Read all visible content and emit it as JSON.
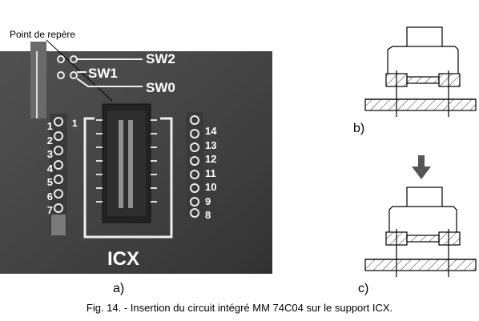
{
  "callout": "Point de repère",
  "switches": {
    "sw2": "SW2",
    "sw1": "SW1",
    "sw0": "SW0"
  },
  "socket_label": "ICX",
  "left_pins": [
    "1",
    "2",
    "3",
    "4",
    "5",
    "6",
    "7"
  ],
  "right_pins": [
    "14",
    "13",
    "12",
    "11",
    "10",
    "9",
    "8"
  ],
  "ic_pin1_mark": "1",
  "panel_labels": {
    "a": "a)",
    "b": "b)",
    "c": "c)"
  },
  "caption": "Fig. 14. - Insertion du circuit intégré MM 74C04 sur le support ICX.",
  "colors": {
    "pcb": "#3a3a3a",
    "silkscreen": "#ffffff",
    "background": "#ffffff"
  }
}
